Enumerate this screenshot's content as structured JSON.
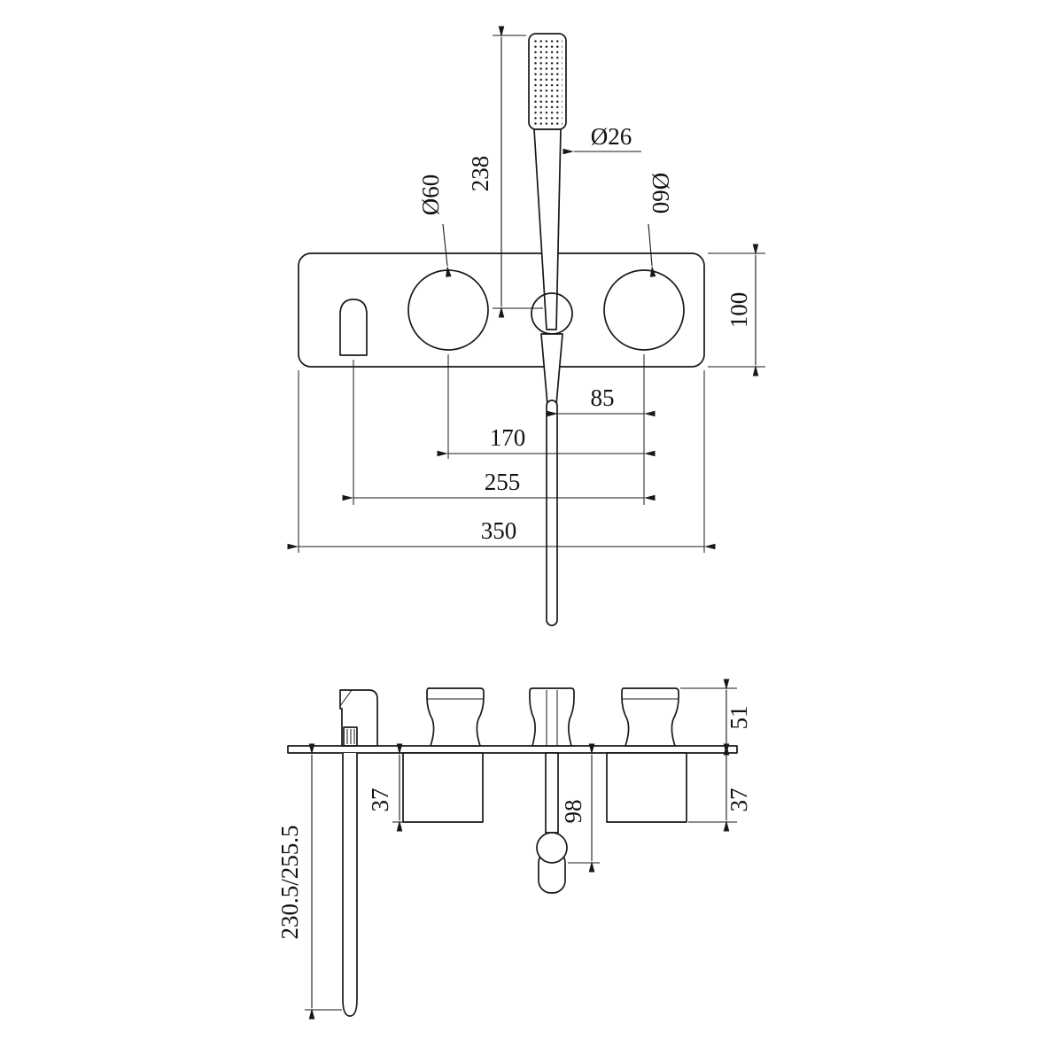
{
  "drawing": {
    "front_view": {
      "knob_left_diameter": "Ø60",
      "handshower_length": "238",
      "handshower_diameter": "Ø26",
      "knob_right_diameter": "Ø60",
      "plate_height": "100",
      "holder_to_knob_spacing": "85",
      "knob_spacing": "170",
      "spout_to_knob_spacing": "255",
      "plate_width": "350"
    },
    "side_view": {
      "handle_projection": "51",
      "valve_depth_left": "37",
      "holder_projection": "98",
      "valve_depth_right": "37",
      "spout_projection": "230.5/255.5"
    }
  }
}
